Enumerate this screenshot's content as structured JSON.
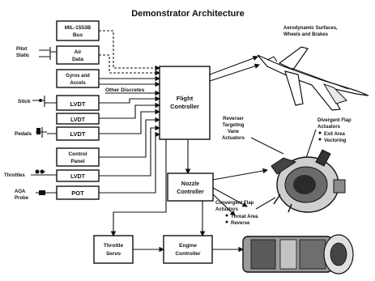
{
  "diagram": {
    "title": "Demonstrator Architecture",
    "blocks": {
      "mil_bus": [
        "MIL-1553B",
        "Bus"
      ],
      "air_data": [
        "Air",
        "Data"
      ],
      "gyros": [
        "Gyros and",
        "Accels"
      ],
      "lvdt_stick": "LVDT",
      "lvdt_mid": "LVDT",
      "lvdt_pedals": "LVDT",
      "control_panel": [
        "Control",
        "Panel"
      ],
      "lvdt_throttle": "LVDT",
      "pot": "POT",
      "flight_controller": [
        "Flight",
        "Controller"
      ],
      "nozzle_controller": [
        "Nozzle",
        "Controller"
      ],
      "throttle_servo": [
        "Throttle",
        "Servo"
      ],
      "engine_controller": [
        "Engine",
        "Controller"
      ]
    },
    "inputs": {
      "pitot_static": [
        "Pitot",
        "Static"
      ],
      "stick": "Stick",
      "pedals": "Pedals",
      "throttles": "Throttles",
      "aoa_probe": [
        "AOA",
        "Probe"
      ]
    },
    "labels": {
      "other_discretes": "Other Discretes",
      "aero_surfaces": [
        "Aerodynamic Surfaces,",
        "Wheels and Brakes"
      ],
      "reverser_actuators": [
        "Reverser",
        "Targeting",
        "Vane",
        "Actuators"
      ],
      "divergent_title": [
        "Divergent Flap",
        "Actuators"
      ],
      "divergent_bullets": [
        "Exit Area",
        "Vectoring"
      ],
      "convergent_title": [
        "Convergent Flap",
        "Actuators"
      ],
      "convergent_bullets": [
        "Throat Area",
        "Reverse"
      ]
    }
  }
}
